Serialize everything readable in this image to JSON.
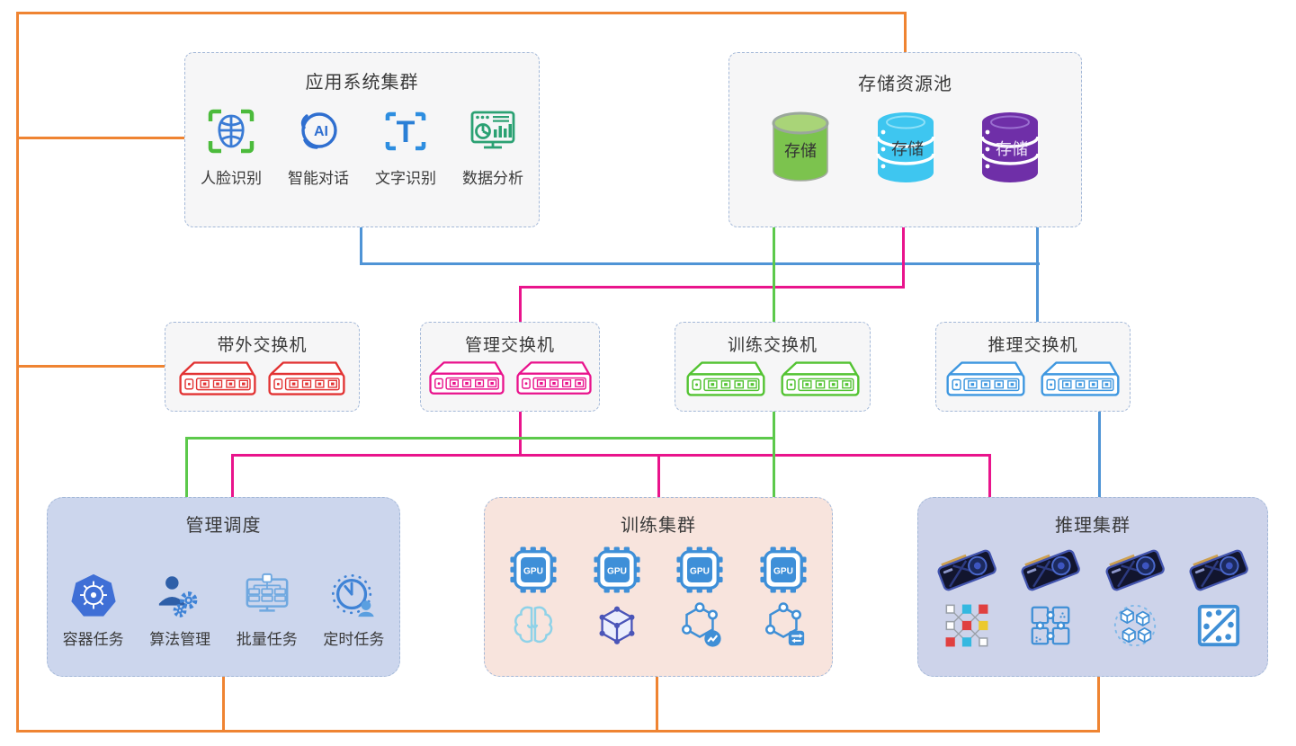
{
  "colors": {
    "orange_line": "#EF8432",
    "blue_line": "#4F94D6",
    "magenta_line": "#E9148C",
    "green_line": "#5CC94B",
    "oob_switch_red": "#E23333",
    "mgmt_switch_magenta": "#E9128C",
    "train_switch_green": "#53C332",
    "infer_switch_blue": "#3E97E0"
  },
  "app_cluster": {
    "title": "应用系统集群",
    "items": [
      {
        "label": "人脸识别",
        "icon": "face-recognition-icon"
      },
      {
        "label": "智能对话",
        "icon": "ai-dialogue-icon",
        "badge": "AI"
      },
      {
        "label": "文字识别",
        "icon": "text-recognition-icon",
        "glyph": "T"
      },
      {
        "label": "数据分析",
        "icon": "data-analysis-icon"
      }
    ]
  },
  "storage_pool": {
    "title": "存储资源池",
    "items": [
      {
        "label": "存储",
        "icon": "green-cylinder-storage-icon"
      },
      {
        "label": "存储",
        "icon": "cyan-database-storage-icon"
      },
      {
        "label": "存储",
        "icon": "purple-database-storage-icon"
      }
    ]
  },
  "switch_groups": [
    {
      "title": "带外交换机",
      "switch_count": 2
    },
    {
      "title": "管理交换机",
      "switch_count": 2
    },
    {
      "title": "训练交换机",
      "switch_count": 2
    },
    {
      "title": "推理交换机",
      "switch_count": 2
    }
  ],
  "mgmt_cluster": {
    "title": "管理调度",
    "items": [
      {
        "label": "容器任务",
        "icon": "kubernetes-icon"
      },
      {
        "label": "算法管理",
        "icon": "person-gears-icon"
      },
      {
        "label": "批量任务",
        "icon": "monitor-batch-icon"
      },
      {
        "label": "定时任务",
        "icon": "clock-person-icon"
      }
    ]
  },
  "train_cluster": {
    "title": "训练集群",
    "gpu_label": "GPU",
    "row1_icons": [
      "gpu-chip-icon",
      "gpu-chip-icon",
      "gpu-chip-icon",
      "gpu-chip-icon"
    ],
    "row2_icons": [
      "brain-icon",
      "cube-network-icon",
      "molecule-chart-icon",
      "molecule-panel-icon"
    ]
  },
  "infer_cluster": {
    "title": "推理集群",
    "row1_icons": [
      "gpu-card-icon",
      "gpu-card-icon",
      "gpu-card-icon",
      "gpu-card-icon"
    ],
    "row2_icons": [
      "neural-network-icon",
      "puzzle-icon",
      "cubes-cluster-icon",
      "diagonal-dice-icon"
    ]
  }
}
